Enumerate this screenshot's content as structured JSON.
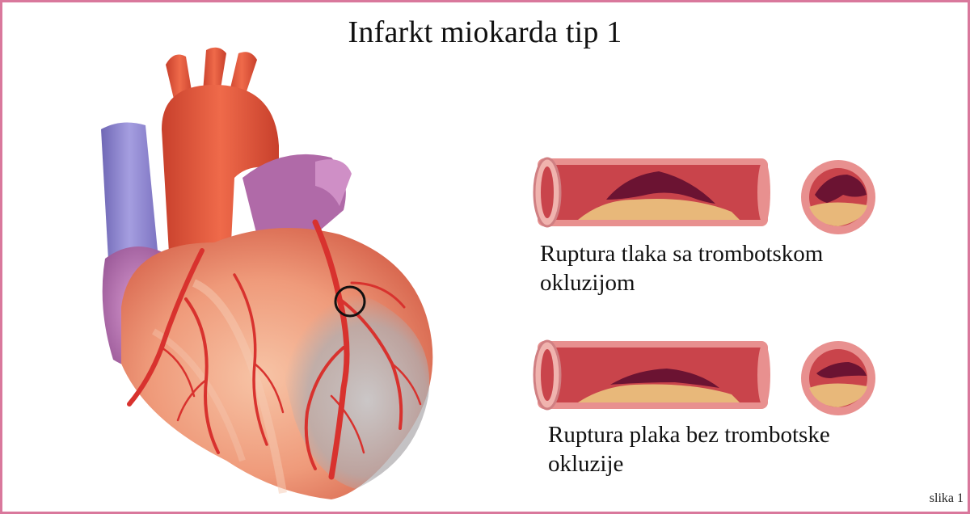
{
  "title": "Infarkt miokarda tip 1",
  "captions": [
    {
      "line1": "Ruptura tlaka sa trombotskom",
      "line2": "okluzijom"
    },
    {
      "line1": "Ruptura plaka bez trombotske",
      "line2": "okluzije"
    }
  ],
  "figure_label": "slika 1",
  "colors": {
    "frame_border": "#d9789c",
    "heart_muscle": "#ef9a7a",
    "artery": "#d8322e",
    "aorta": "#e2553a",
    "vein": "#8d84c9",
    "atrium": "#c079b4",
    "ischemia": "#b6b6b8",
    "vessel_wall": "#e8908f",
    "vessel_lumen": "#c9444b",
    "plaque": "#e8b87a",
    "thrombus": "#6b1332"
  },
  "icons": [
    "heart-illustration",
    "occlusion-circle-marker",
    "artery-longitudinal-section",
    "artery-cross-section"
  ]
}
